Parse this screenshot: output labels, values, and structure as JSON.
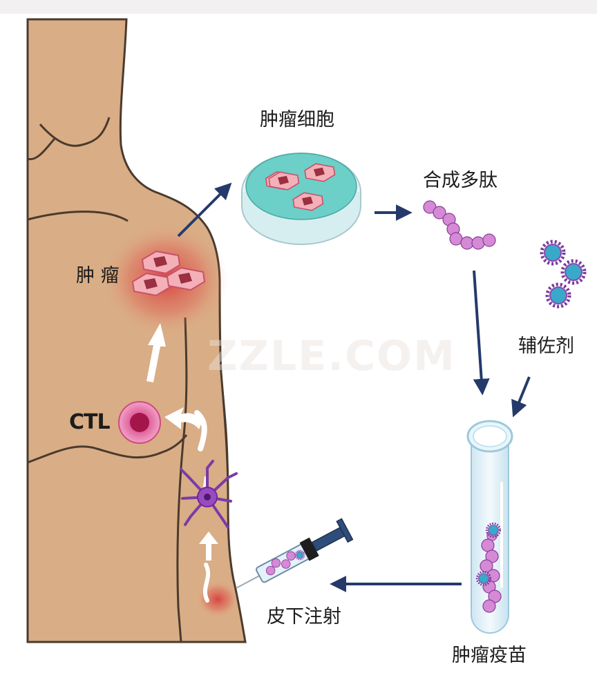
{
  "diagram": {
    "labels": {
      "tumor": "肿 瘤",
      "ctl": "CTL",
      "tumor_cells": "肿瘤细胞",
      "synthetic_peptide": "合成多肽",
      "adjuvant": "辅佐剂",
      "tumor_vaccine": "肿瘤疫苗",
      "subcutaneous_injection": "皮下注射"
    },
    "watermark": "ZZLE.COM",
    "colors": {
      "skin": "#d9ad85",
      "body_outline": "#4a3a2e",
      "arrow": "#253a6b",
      "peptide": "#cf7ad0",
      "cell": "#e8869a",
      "dish_liquid": "#6ccfc8",
      "adjuvant_core": "#3aa8c8"
    }
  }
}
